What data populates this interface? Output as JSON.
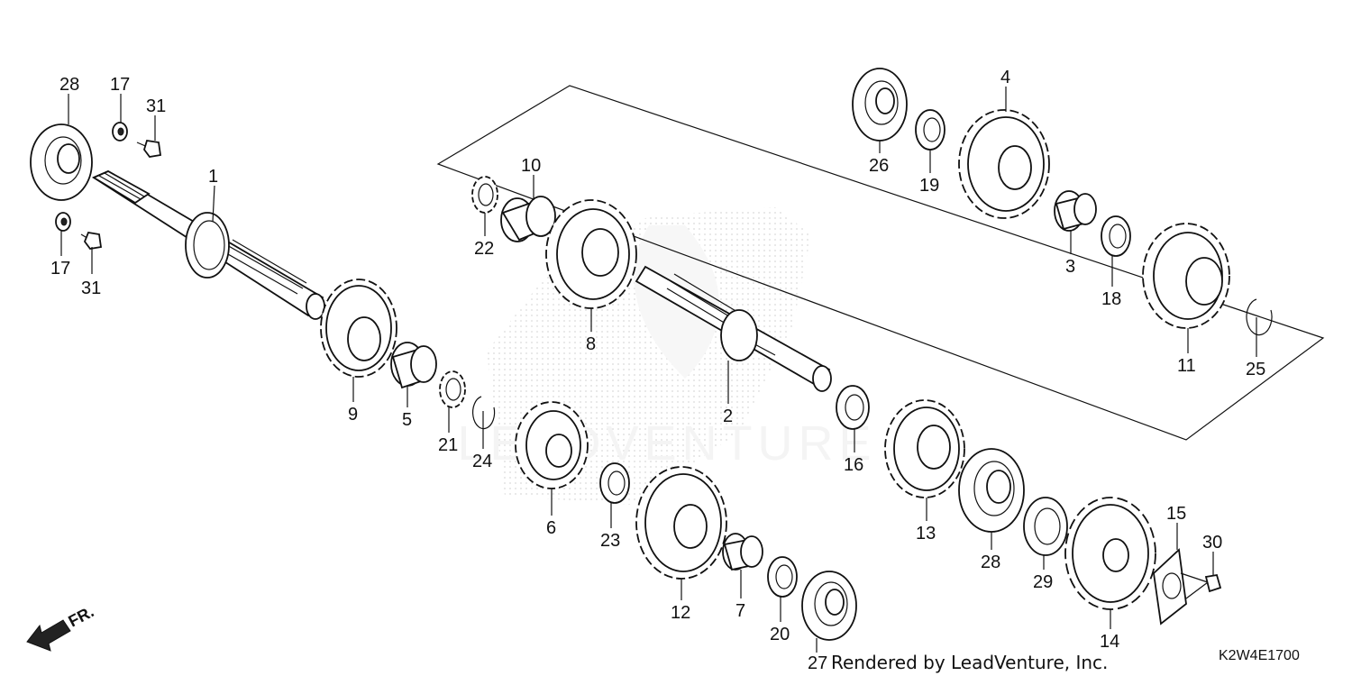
{
  "diagram": {
    "credit": "Rendered by LeadVenture, Inc.",
    "diagram_code": "K2W4E1700",
    "direction_label": "FR.",
    "watermark_text": "LEADVENTURE"
  },
  "callouts": [
    {
      "id": "c28a",
      "label": "28"
    },
    {
      "id": "c17a",
      "label": "17"
    },
    {
      "id": "c31a",
      "label": "31"
    },
    {
      "id": "c1",
      "label": "1"
    },
    {
      "id": "c17b",
      "label": "17"
    },
    {
      "id": "c31b",
      "label": "31"
    },
    {
      "id": "c9",
      "label": "9"
    },
    {
      "id": "c5",
      "label": "5"
    },
    {
      "id": "c21",
      "label": "21"
    },
    {
      "id": "c24",
      "label": "24"
    },
    {
      "id": "c22",
      "label": "22"
    },
    {
      "id": "c10",
      "label": "10"
    },
    {
      "id": "c8",
      "label": "8"
    },
    {
      "id": "c2",
      "label": "2"
    },
    {
      "id": "c6",
      "label": "6"
    },
    {
      "id": "c23",
      "label": "23"
    },
    {
      "id": "c12",
      "label": "12"
    },
    {
      "id": "c7",
      "label": "7"
    },
    {
      "id": "c20",
      "label": "20"
    },
    {
      "id": "c27",
      "label": "27"
    },
    {
      "id": "c16",
      "label": "16"
    },
    {
      "id": "c13",
      "label": "13"
    },
    {
      "id": "c28b",
      "label": "28"
    },
    {
      "id": "c29",
      "label": "29"
    },
    {
      "id": "c14",
      "label": "14"
    },
    {
      "id": "c15",
      "label": "15"
    },
    {
      "id": "c30",
      "label": "30"
    },
    {
      "id": "c26",
      "label": "26"
    },
    {
      "id": "c19",
      "label": "19"
    },
    {
      "id": "c4",
      "label": "4"
    },
    {
      "id": "c3",
      "label": "3"
    },
    {
      "id": "c18",
      "label": "18"
    },
    {
      "id": "c11",
      "label": "11"
    },
    {
      "id": "c25",
      "label": "25"
    }
  ]
}
